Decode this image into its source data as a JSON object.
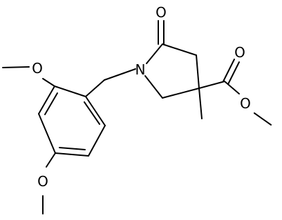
{
  "atoms": {
    "carbonyl_oxygen": "O",
    "ring_nitrogen": "N",
    "ester_carbonyl_oxygen": "O",
    "ester_ether_oxygen": "O",
    "methoxy_oxygen_top": "O",
    "methoxy_oxygen_bottom": "O"
  },
  "colors": {
    "ink": "#000000",
    "background": "#ffffff"
  }
}
